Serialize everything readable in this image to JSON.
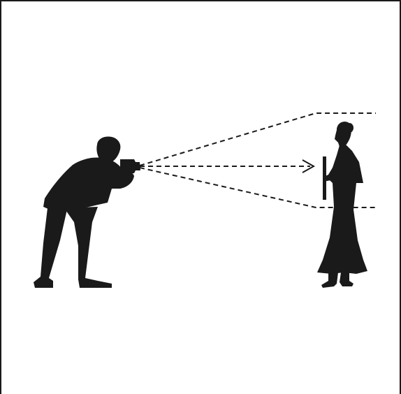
{
  "diagram": {
    "subject": "photographer-photographing-standing-figure",
    "colors": {
      "background": "#ffffff",
      "silhouette": "#1a1a1a",
      "sight_line": "#1a1a1a",
      "frame": "#1a1a1a"
    },
    "icons": [
      "photographer-silhouette",
      "camera-icon",
      "woman-silhouette",
      "measuring-rod-icon",
      "arrow-head-icon"
    ]
  }
}
